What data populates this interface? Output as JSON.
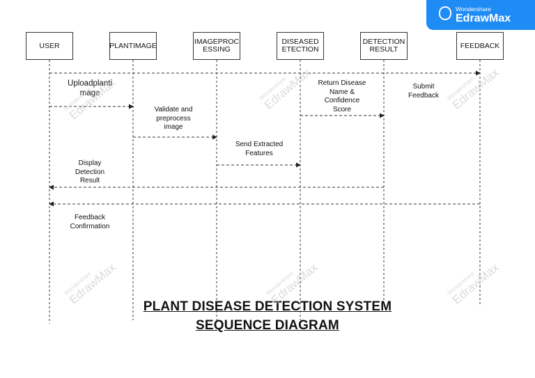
{
  "participants": [
    {
      "label": "USER"
    },
    {
      "label": "PLANTIMAGE"
    },
    {
      "label": "IMAGEPROC\nESSING"
    },
    {
      "label": "DISEASED\nETECTION"
    },
    {
      "label": "DETECTION\nRESULT"
    },
    {
      "label": "FEEDBACK"
    }
  ],
  "messages": [
    {
      "label": "Uploadplanti\nmage"
    },
    {
      "label": "Validate and\npreprocess\nimage"
    },
    {
      "label": "Send Extracted\nFeatures"
    },
    {
      "label": "Return Disease\nName &\nConfidence\nScore"
    },
    {
      "label": "Submit\nFeedback"
    },
    {
      "label": "Display\nDetection\nResult"
    },
    {
      "label": "Feedback\nConfirmation"
    }
  ],
  "title": {
    "line1": "PLANT DISEASE DETECTION SYSTEM",
    "line2": "SEQUENCE DIAGRAM"
  },
  "badge": {
    "brand_small": "Wondershare",
    "brand_big": "EdrawMax",
    "color": "#1f8cf6"
  },
  "watermark": {
    "small": "Wondershare",
    "big": "EdrawMax"
  }
}
